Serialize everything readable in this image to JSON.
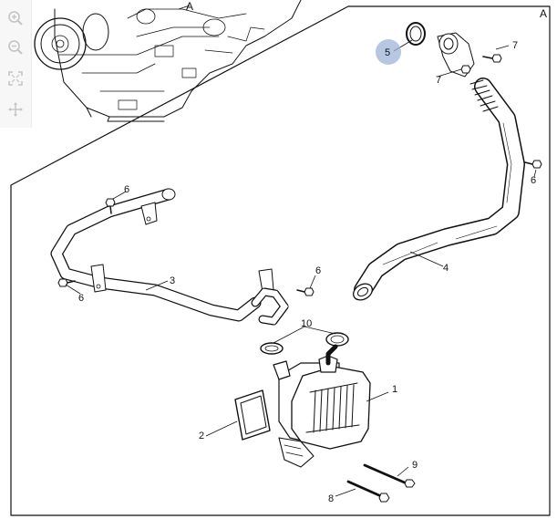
{
  "diagram": {
    "callouts": {
      "c1": "1",
      "c2": "2",
      "c3": "3",
      "c4": "4",
      "c5": "5",
      "c6a": "6",
      "c6b": "6",
      "c6c": "6",
      "c6d": "6",
      "c7a": "7",
      "c7b": "7",
      "c8": "8",
      "c9": "9",
      "c10": "10"
    },
    "view_labels": {
      "detail_ref": "A",
      "corner": "A"
    },
    "highlight_color": "#9fb4d8"
  },
  "toolbar": [
    {
      "name": "zoom-in-icon"
    },
    {
      "name": "zoom-out-icon"
    },
    {
      "name": "fit-to-screen-icon"
    },
    {
      "name": "pan-icon"
    }
  ]
}
